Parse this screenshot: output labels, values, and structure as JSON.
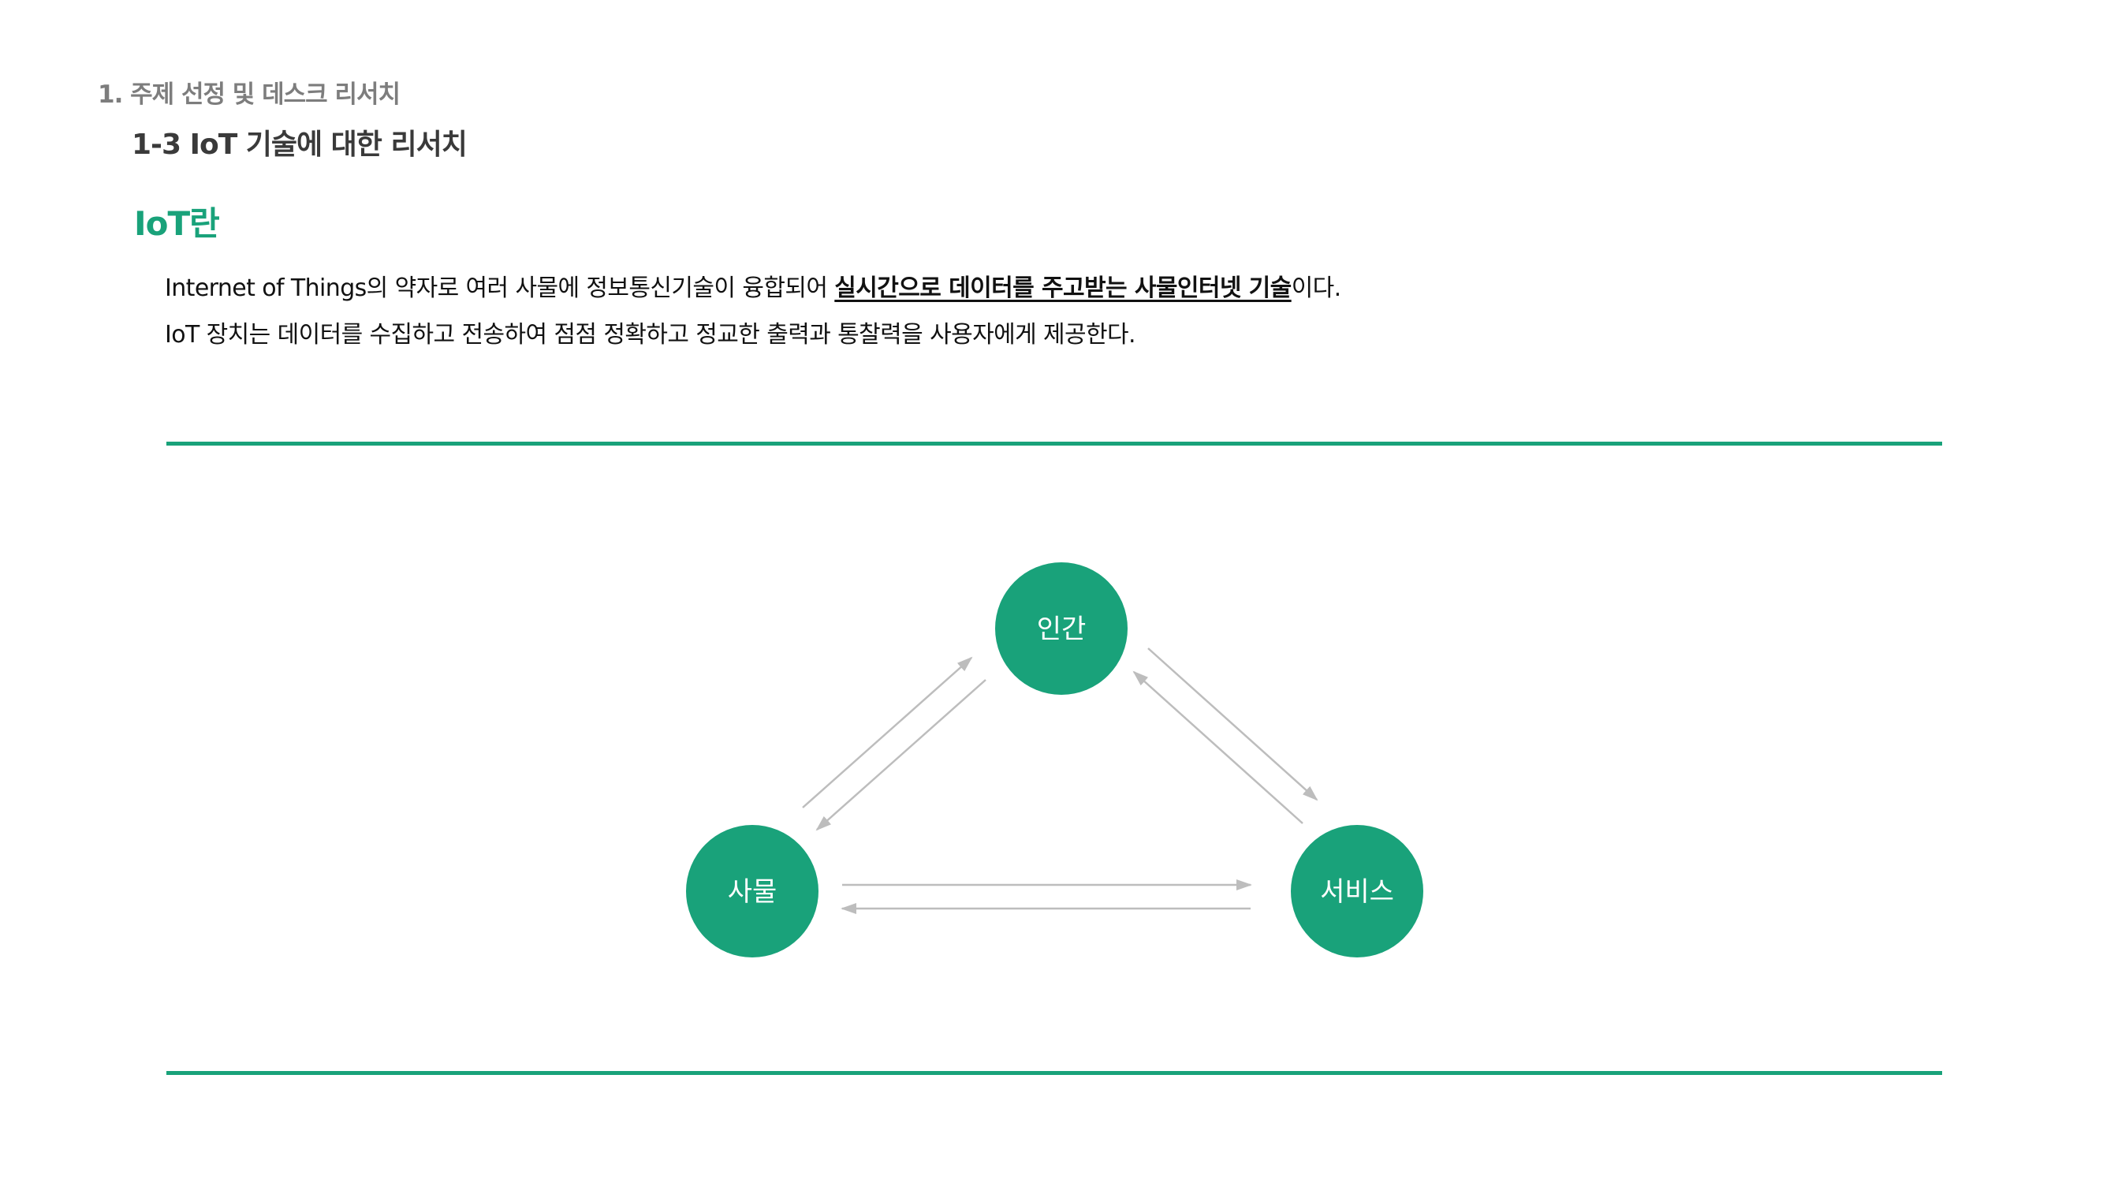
{
  "section_label": "1. 주제 선정 및 데스크 리서치",
  "subsection_title": "1-3 IoT 기술에 대한 리서치",
  "heading": "IoT란",
  "paragraph": {
    "line1_pre": "Internet of Things의 약자로 여러 사물에 정보통신기술이 융합되어 ",
    "line1_emph": "실시간으로 데이터를 주고받는 사물인터넷 기술",
    "line1_post": "이다.",
    "line2": "IoT 장치는 데이터를 수집하고 전송하여 점점 정확하고 정교한 출력과 통찰력을 사용자에게 제공한다."
  },
  "diagram": {
    "nodes": {
      "human": "인간",
      "thing": "사물",
      "service": "서비스"
    },
    "node_color": "#19a27a",
    "arrow_color": "#bdbdbd"
  },
  "colors": {
    "accent": "#19a27a",
    "section_label": "#7d7d7d",
    "body_text": "#111111"
  }
}
